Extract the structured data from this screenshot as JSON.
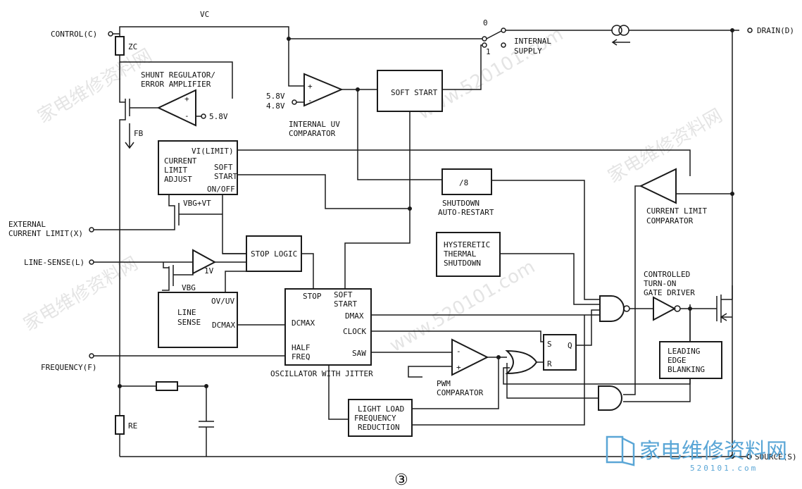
{
  "nets": {
    "vc": "VC"
  },
  "pins": {
    "control": "CONTROL(C)",
    "drain": "DRAIN(D)",
    "external_current_limit_1": "EXTERNAL",
    "external_current_limit_2": "CURRENT LIMIT(X)",
    "line_sense": "LINE-SENSE(L)",
    "frequency": "FREQUENCY(F)",
    "source": "SOURCE(S)"
  },
  "components": {
    "zc": "ZC",
    "re": "RE",
    "fb": "FB"
  },
  "switch": {
    "pos0": "0",
    "pos1": "1",
    "internal_supply_1": "INTERNAL",
    "internal_supply_2": "SUPPLY"
  },
  "shunt_regulator": {
    "line1": "SHUNT REGULATOR/",
    "line2": "ERROR AMPLIFIER",
    "ref": "5.8V",
    "plus": "+",
    "minus": "-"
  },
  "uv_comparator": {
    "v1": "5.8V",
    "v2": "4.8V",
    "line1": "INTERNAL UV",
    "line2": "COMPARATOR",
    "plus": "+",
    "minus": "-"
  },
  "soft_start": {
    "label": "SOFT START"
  },
  "current_limit_adjust": {
    "line1": "CURRENT",
    "line2": "LIMIT",
    "line3": "ADJUST",
    "vi_limit": "VI(LIMIT)",
    "soft": "SOFT",
    "start": "START",
    "onoff": "ON/OFF"
  },
  "vbg_vt": "VBG+VT",
  "vbg": "VBG",
  "one_volt": "1V",
  "divider": {
    "label": "/8",
    "line1": "SHUTDOWN",
    "line2": "AUTO-RESTART"
  },
  "current_limit_comparator": {
    "line1": "CURRENT LIMIT",
    "line2": "COMPARATOR"
  },
  "thermal": {
    "line1": "HYSTERETIC",
    "line2": "THERMAL",
    "line3": "SHUTDOWN"
  },
  "stop_logic": {
    "label": "STOP LOGIC"
  },
  "gate_driver": {
    "line1": "CONTROLLED",
    "line2": "TURN-ON",
    "line3": "GATE DRIVER"
  },
  "line_sense_block": {
    "line1": "LINE",
    "line2": "SENSE",
    "ovuv": "OV/UV",
    "dcmax": "DCMAX"
  },
  "oscillator": {
    "stop": "STOP",
    "soft": "SOFT",
    "start": "START",
    "dmax": "DMAX",
    "clock": "CLOCK",
    "dcmax": "DCMAX",
    "half": "HALF",
    "freq": "FREQ",
    "saw": "SAW",
    "title": "OSCILLATOR WITH JITTER"
  },
  "flipflop": {
    "s": "S",
    "r": "R",
    "q": "Q"
  },
  "leb": {
    "line1": "LEADING",
    "line2": "EDGE",
    "line3": "BLANKING"
  },
  "pwm": {
    "line1": "PWM",
    "line2": "COMPARATOR",
    "plus": "+",
    "minus": "-"
  },
  "light_load": {
    "line1": "LIGHT LOAD",
    "line2": "FREQUENCY",
    "line3": "REDUCTION"
  },
  "figure_number": "③",
  "watermarks": [
    "家电维修资料网",
    "www.520101.com"
  ],
  "brand": {
    "name": "家电维修资料网",
    "url": "520101.com"
  },
  "colors": {
    "line": "#1a1a1a",
    "background": "#ffffff",
    "brand": "#5aa6d6",
    "watermark": "#cfcfcf"
  }
}
